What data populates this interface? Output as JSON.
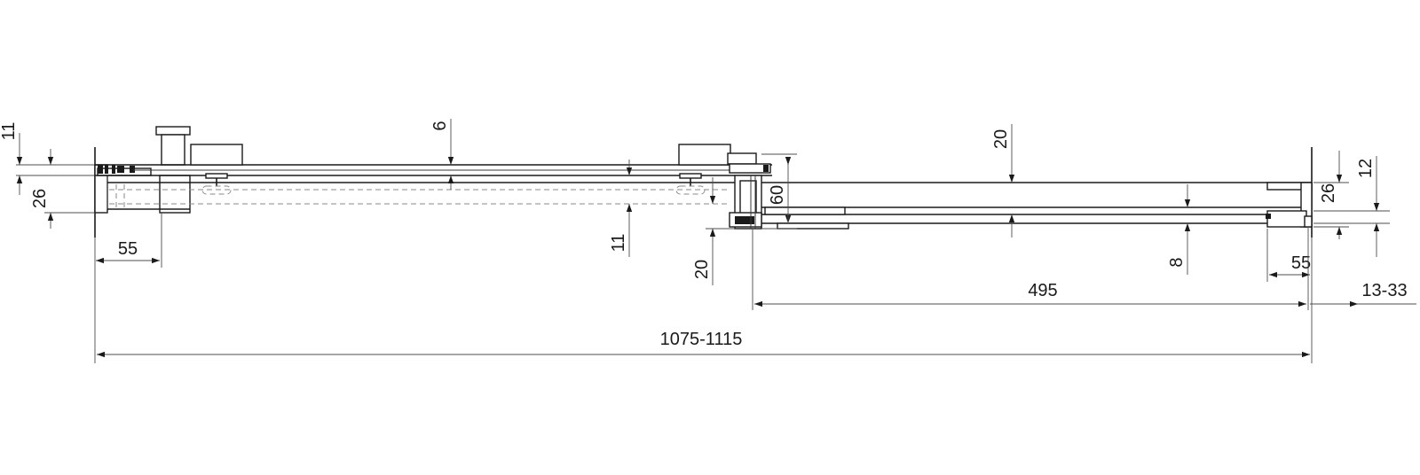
{
  "diagram": {
    "dimensions": {
      "gap_top_left": "11",
      "profile_depth_left": "26",
      "handle_offset": "6",
      "rail_offset_mid": "11",
      "wall_profile_left": "55",
      "slide_offset": "20",
      "door_overlap": "60",
      "fixed_panel_offset": "20",
      "rail_gap_right": "8",
      "profile_depth_right": "26",
      "gap_top_right": "12",
      "wall_profile_right": "55",
      "sliding_door_width": "495",
      "adjustment_range": "13-33",
      "total_width_range": "1075-1115"
    }
  }
}
